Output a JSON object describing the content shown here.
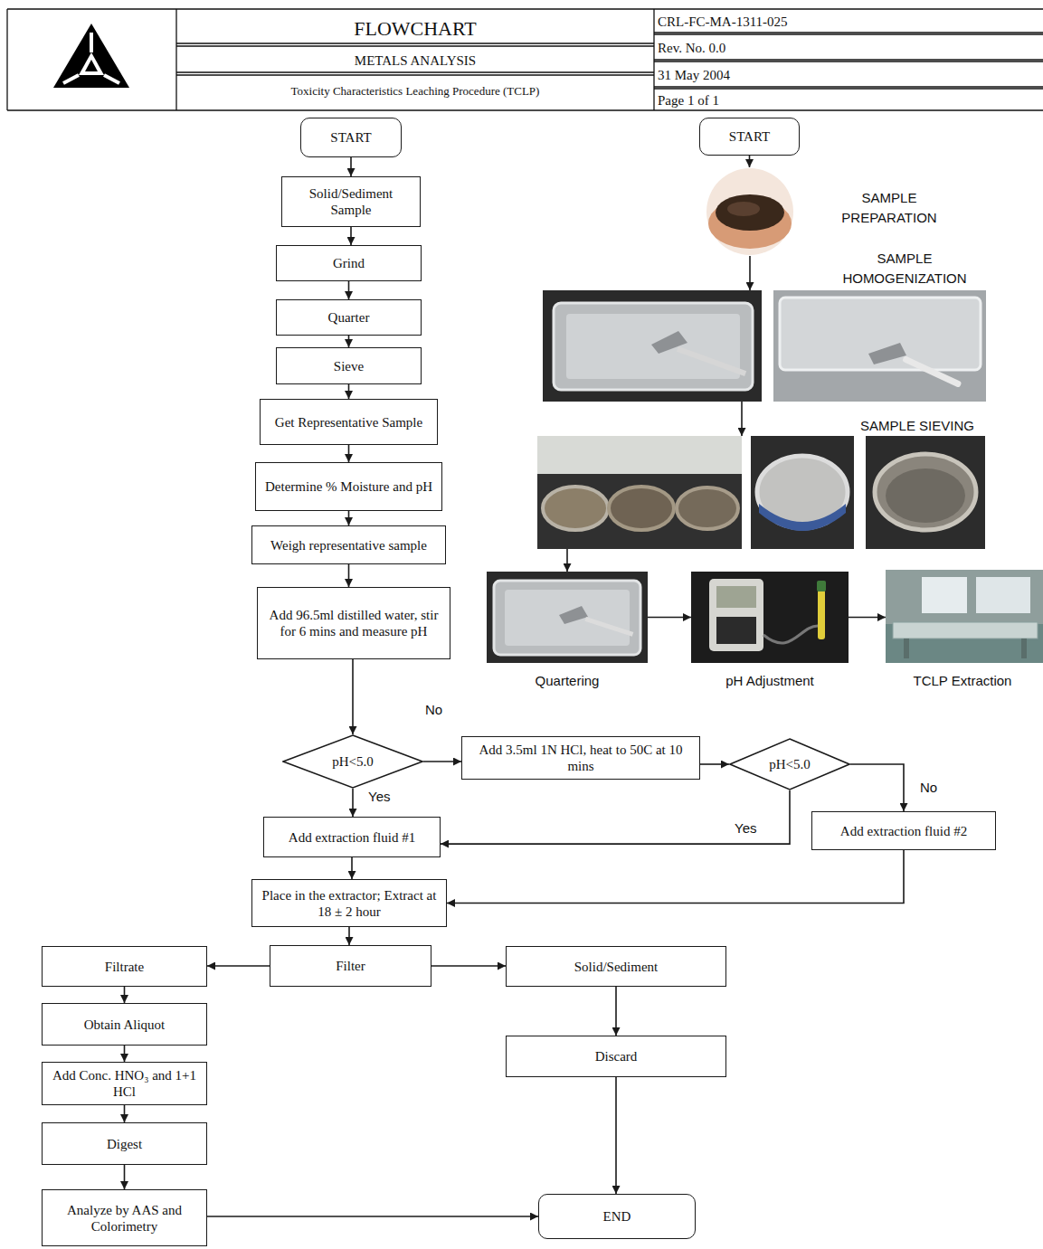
{
  "diagram": {
    "title": "FLOWCHART",
    "nodes": [
      {
        "text": [
          "START"
        ]
      },
      {
        "text": [
          "Solid/Sediment Sample"
        ]
      },
      {
        "text": [
          "Grind"
        ]
      },
      {
        "text": [
          "Quarter"
        ]
      },
      {
        "text": [
          "Sieve"
        ]
      },
      {
        "text": [
          "Get Representative Sample"
        ]
      },
      {
        "text": [
          "Determine % Moisture and pH"
        ]
      },
      {
        "text": [
          "Weigh representative sample"
        ]
      },
      {
        "text": [
          "Add 96.5ml distilled water, stir for 6 mins and measure pH"
        ]
      },
      {
        "text": [
          "pH<5.0"
        ]
      },
      {
        "text": [
          "Add 3.5ml 1N HCl, heat to 50C at 10 mins"
        ]
      },
      {
        "text": [
          "pH<5.0"
        ]
      },
      {
        "text": [
          "Add extraction fluid #1"
        ]
      },
      {
        "text": [
          "Add extraction fluid #2"
        ]
      },
      {
        "text": [
          "Place in the extractor; Extract at 18 ± 2 hour"
        ]
      },
      {
        "text": [
          "Filter"
        ]
      },
      {
        "text": [
          "Filtrate"
        ]
      },
      {
        "text": [
          "Solid/Sediment"
        ]
      },
      {
        "text": [
          "Obtain Aliquot"
        ]
      },
      {
        "text": [
          "Add Conc. HNO₃ and 1+1 HCl"
        ]
      },
      {
        "text": [
          "Discard"
        ]
      },
      {
        "text": [
          "Digest"
        ]
      },
      {
        "text": [
          "Analyze by AAS and Colorimetry"
        ]
      },
      {
        "text": [
          "END"
        ]
      },
      {
        "text": [
          "START"
        ]
      },
      {
        "text": [
          "SAMPLE PREPARATION"
        ]
      },
      {
        "text": [
          "SAMPLE HOMOGENIZATION"
        ]
      },
      {
        "text": [
          "SAMPLE SIEVING"
        ]
      },
      {
        "text": [
          "Quartering"
        ]
      },
      {
        "text": [
          "pH Adjustment"
        ]
      },
      {
        "text": [
          "TCLP Extraction"
        ]
      }
    ],
    "edges": [
      {
        "from": 0,
        "to": 1,
        "arrow": "to"
      },
      {
        "from": 1,
        "to": 2,
        "arrow": "to"
      },
      {
        "from": 2,
        "to": 3,
        "arrow": "to"
      },
      {
        "from": 3,
        "to": 4,
        "arrow": "to"
      },
      {
        "from": 4,
        "to": 5,
        "arrow": "to"
      },
      {
        "from": 5,
        "to": 6,
        "arrow": "to"
      },
      {
        "from": 6,
        "to": 7,
        "arrow": "to"
      },
      {
        "from": 7,
        "to": 8,
        "arrow": "to"
      },
      {
        "from": 8,
        "to": 9,
        "arrow": "to"
      },
      {
        "from": 9,
        "to": 10,
        "label": "No",
        "arrow": "to"
      },
      {
        "from": 9,
        "to": 12,
        "label": "Yes",
        "arrow": "to"
      },
      {
        "from": 10,
        "to": 11,
        "arrow": "to"
      },
      {
        "from": 11,
        "to": 12,
        "label": "Yes",
        "arrow": "to"
      },
      {
        "from": 11,
        "to": 13,
        "label": "No",
        "arrow": "to"
      },
      {
        "from": 12,
        "to": 14,
        "arrow": "to"
      },
      {
        "from": 13,
        "to": 14,
        "arrow": "to"
      },
      {
        "from": 14,
        "to": 15,
        "arrow": "to"
      },
      {
        "from": 15,
        "to": 16,
        "arrow": "to"
      },
      {
        "from": 15,
        "to": 17,
        "arrow": "to"
      },
      {
        "from": 16,
        "to": 18,
        "arrow": "to"
      },
      {
        "from": 18,
        "to": 19,
        "arrow": "to"
      },
      {
        "from": 19,
        "to": 21,
        "arrow": "to"
      },
      {
        "from": 21,
        "to": 22,
        "arrow": "to"
      },
      {
        "from": 22,
        "to": 23,
        "arrow": "to"
      },
      {
        "from": 17,
        "to": 20,
        "arrow": "to"
      },
      {
        "from": 20,
        "to": 23,
        "arrow": "to"
      },
      {
        "from": 24,
        "to": 25,
        "arrow": "to"
      },
      {
        "from": 25,
        "to": 26,
        "arrow": "to"
      },
      {
        "from": 26,
        "to": 27,
        "arrow": "to"
      },
      {
        "from": 27,
        "to": 28,
        "arrow": "to"
      },
      {
        "from": 28,
        "to": 29,
        "arrow": "to"
      },
      {
        "from": 29,
        "to": 30,
        "arrow": "to"
      }
    ],
    "labels": [
      "CRL-FC-MA-1311-025",
      "Rev. No. 0.0",
      "31 May 2004",
      "Page 1 of 1",
      "METALS ANALYSIS",
      "Toxicity Characteristics Leaching Procedure (TCLP)"
    ]
  }
}
